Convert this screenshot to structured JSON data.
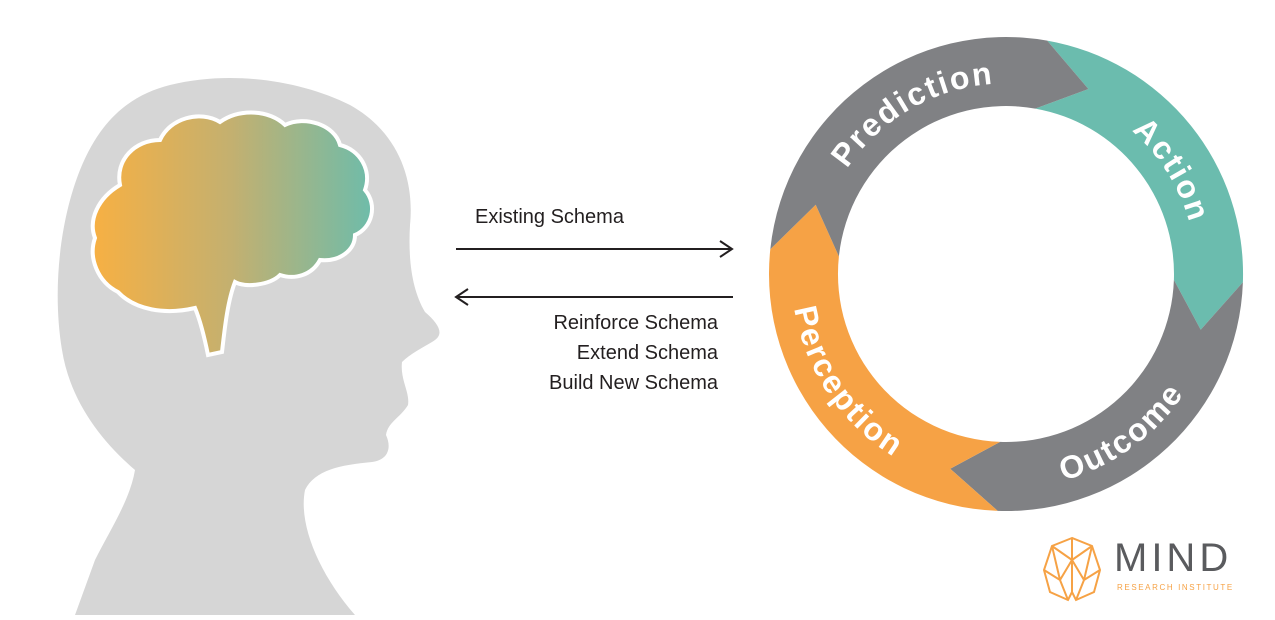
{
  "diagram": {
    "arrows": {
      "forward_label": "Existing Schema",
      "return_labels": [
        "Reinforce Schema",
        "Extend Schema",
        "Build New Schema"
      ]
    },
    "cycle": {
      "segments": [
        {
          "label": "Action",
          "color": "#6bbcae"
        },
        {
          "label": "Outcome",
          "color": "#808184"
        },
        {
          "label": "Perception",
          "color": "#f6a245"
        },
        {
          "label": "Prediction",
          "color": "#808184"
        }
      ]
    },
    "head": {
      "silhouette_color": "#d6d6d6",
      "brain_gradient": [
        "#f7b043",
        "#c3b070",
        "#6ebcaa"
      ]
    }
  },
  "logo": {
    "name": "MIND",
    "tagline": "RESEARCH INSTITUTE",
    "icon": "brain-outline-icon",
    "color": "#f6a245",
    "text_color": "#5a5b5e"
  }
}
